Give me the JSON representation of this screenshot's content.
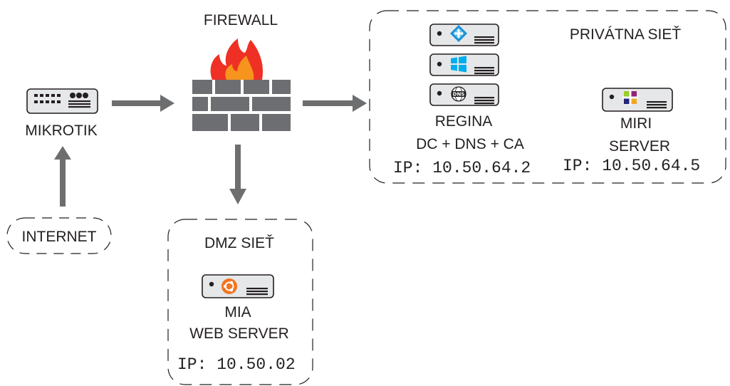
{
  "firewall": {
    "label": "FIREWALL"
  },
  "router": {
    "label": "MIKROTIK"
  },
  "internet": {
    "label": "INTERNET"
  },
  "private_network": {
    "title": "PRIVÁTNA SIEŤ",
    "regina": {
      "name": "REGINA",
      "roles": "DC + DNS + CA",
      "ip": "IP: 10.50.64.2"
    },
    "miri": {
      "name": "MIRI",
      "role": "SERVER",
      "ip": "IP: 10.50.64.5"
    }
  },
  "dmz_network": {
    "title": "DMZ SIEŤ",
    "mia": {
      "name": "MIA",
      "role": "WEB SERVER",
      "ip": "IP: 10.50.02"
    }
  },
  "icons": {
    "active_directory": "active-directory-icon",
    "windows": "windows-icon",
    "dns": "dns-icon",
    "dns_text": "DNS",
    "centos": "centos-icon",
    "ubuntu": "ubuntu-icon"
  },
  "colors": {
    "arrow": "#6d6e70",
    "brick": "#6d6e71",
    "server_fill": "#e6e7e8",
    "flame_outer": "#ee3124",
    "flame_inner": "#f7941d",
    "windows": "#00adef",
    "ubuntu": "#f47421"
  }
}
